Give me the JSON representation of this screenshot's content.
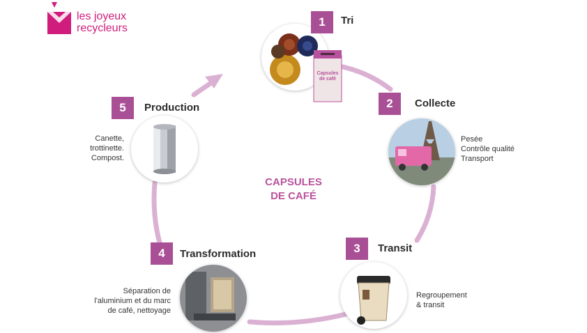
{
  "brand": {
    "line1": "les joyeux",
    "line2": "recycleurs",
    "color": "#d01c7c"
  },
  "center_label": {
    "line1": "CAPSULES",
    "line2": "DE CAFÉ",
    "color": "#b8529c"
  },
  "accent_color": "#a94f95",
  "ring_color": "#dbb1d3",
  "steps": [
    {
      "number": "1",
      "title": "Tri",
      "description": [],
      "image": "coffee-capsules-and-collection-box-icon",
      "box_text": {
        "line1": "Capsules",
        "line2": "de café"
      }
    },
    {
      "number": "2",
      "title": "Collecte",
      "description": [
        "Pesée",
        "Contrôle qualité",
        "Transport"
      ],
      "image": "eiffel-tower-delivery-van-icon"
    },
    {
      "number": "3",
      "title": "Transit",
      "description": [
        "Regroupement",
        "& transit"
      ],
      "image": "wheelie-bin-icon"
    },
    {
      "number": "4",
      "title": "Transformation",
      "description": [
        "Séparation de",
        "l'aluminium et du marc",
        "de café, nettoyage"
      ],
      "image": "processing-machine-icon"
    },
    {
      "number": "5",
      "title": "Production",
      "description": [
        "Canette,",
        "trottinette.",
        "Compost."
      ],
      "image": "aluminium-can-icon"
    }
  ]
}
